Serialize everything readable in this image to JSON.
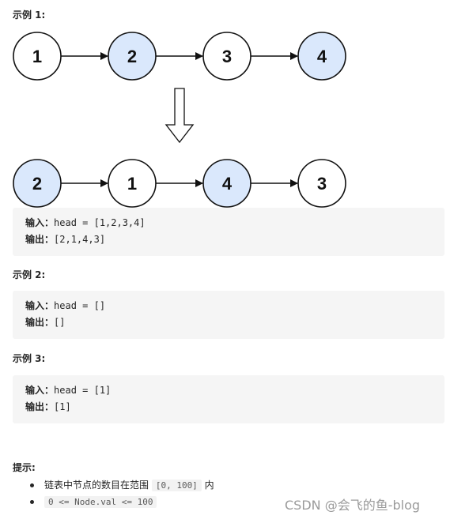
{
  "example1": {
    "heading": "示例 1:",
    "list_before": [
      {
        "label": "1",
        "highlighted": false
      },
      {
        "label": "2",
        "highlighted": true
      },
      {
        "label": "3",
        "highlighted": false
      },
      {
        "label": "4",
        "highlighted": true
      }
    ],
    "list_after": [
      {
        "label": "2",
        "highlighted": true
      },
      {
        "label": "1",
        "highlighted": false
      },
      {
        "label": "4",
        "highlighted": true
      },
      {
        "label": "3",
        "highlighted": false
      }
    ],
    "input_label": "输入：",
    "input_value": "head = [1,2,3,4]",
    "output_label": "输出：",
    "output_value": "[2,1,4,3]"
  },
  "example2": {
    "heading": "示例 2:",
    "input_label": "输入：",
    "input_value": "head = []",
    "output_label": "输出：",
    "output_value": "[]"
  },
  "example3": {
    "heading": "示例 3:",
    "input_label": "输入：",
    "input_value": "head = [1]",
    "output_label": "输出：",
    "output_value": "[1]"
  },
  "hints": {
    "heading": "提示:",
    "item1_prefix": "链表中节点的数目在范围 ",
    "item1_code": "[0, 100]",
    "item1_suffix": " 内",
    "item2_code": "0 <= Node.val <= 100"
  },
  "watermark": "CSDN @会飞的鱼-blog",
  "colors": {
    "node_highlight": "#dae8fc",
    "node_plain": "#ffffff",
    "node_stroke": "#111111",
    "code_background": "#f5f5f5"
  }
}
